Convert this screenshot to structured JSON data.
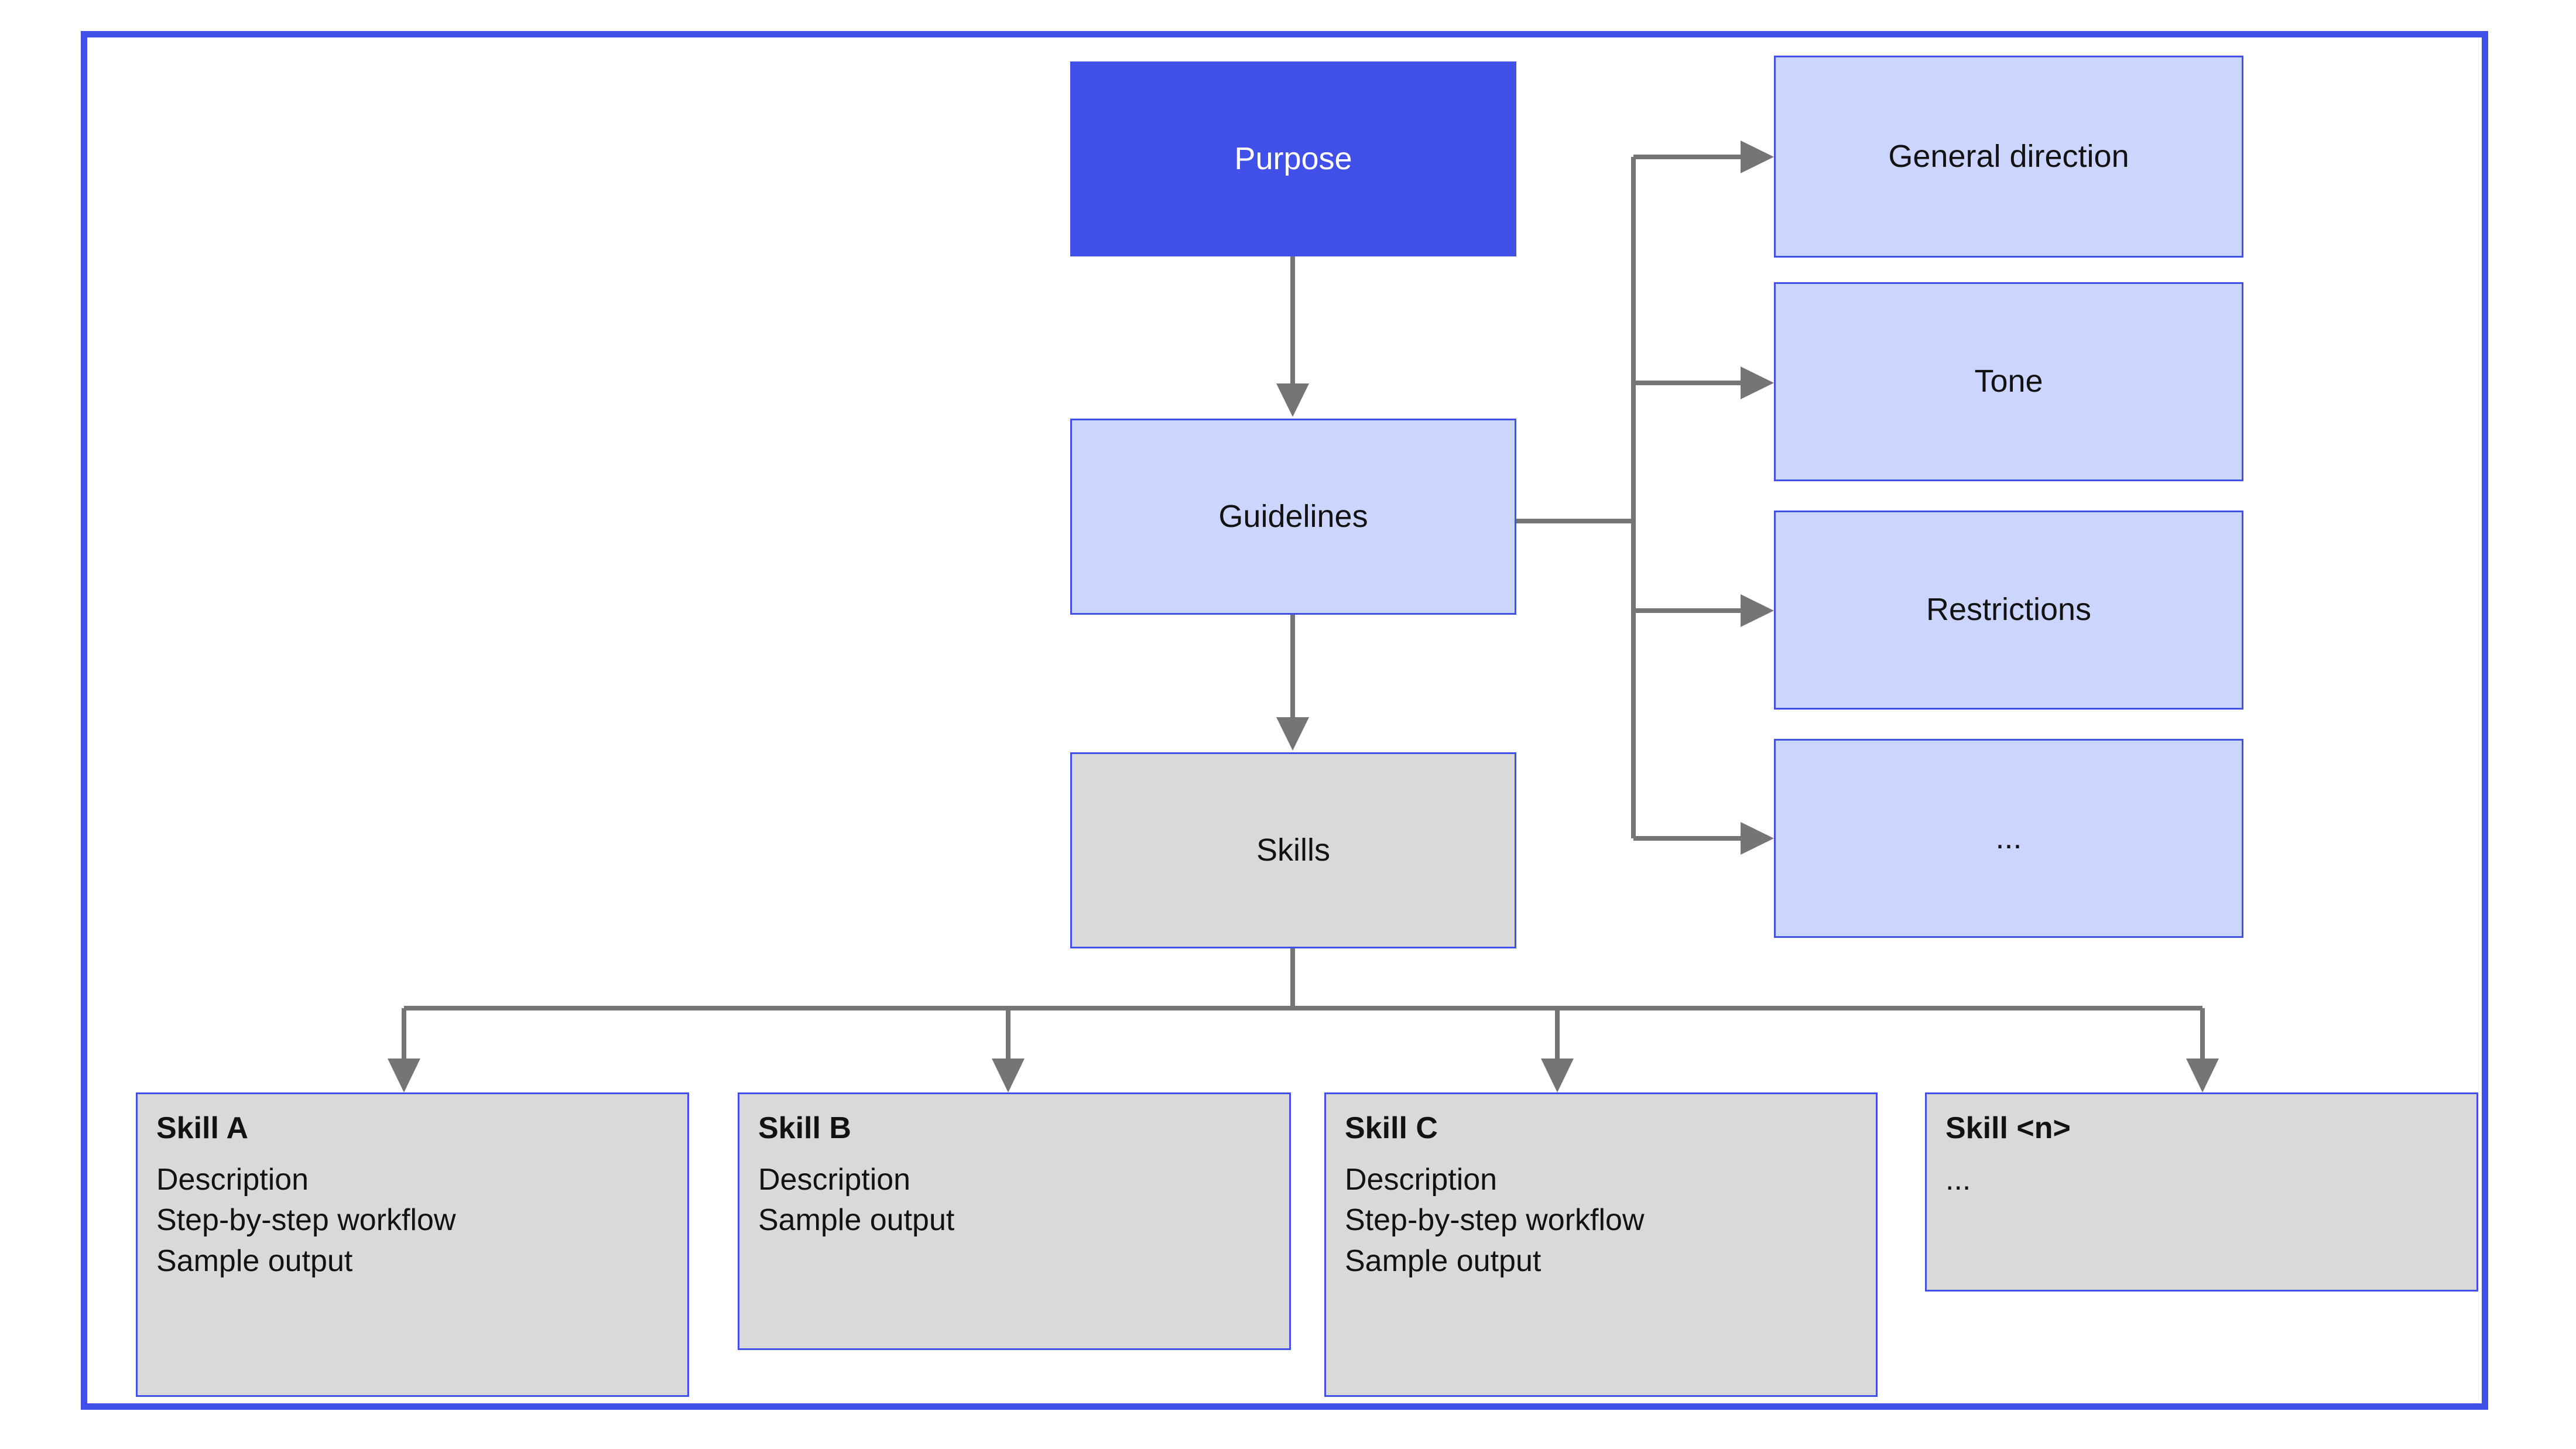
{
  "diagram": {
    "title": "Purpose / Guidelines / Skills hierarchy",
    "colors": {
      "frame_border": "#4250ea",
      "accent_solid": "#4250ea",
      "accent_light": "#ccd5fd",
      "neutral_fill": "#d9d9d9",
      "connector": "#757575",
      "text_dark": "#121212",
      "text_light": "#ffffff",
      "background": "#ffffff"
    },
    "spine": {
      "purpose": {
        "label": "Purpose"
      },
      "guidelines": {
        "label": "Guidelines"
      },
      "skills": {
        "label": "Skills"
      }
    },
    "guideline_branches": [
      {
        "label": "General direction"
      },
      {
        "label": "Tone"
      },
      {
        "label": "Restrictions"
      },
      {
        "label": "..."
      }
    ],
    "skill_cards": [
      {
        "title": "Skill A",
        "lines": [
          "Description",
          "Step-by-step workflow",
          "Sample output"
        ]
      },
      {
        "title": "Skill B",
        "lines": [
          "Description",
          "Sample output"
        ]
      },
      {
        "title": "Skill C",
        "lines": [
          "Description",
          "Step-by-step workflow",
          "Sample output"
        ]
      },
      {
        "title": "Skill <n>",
        "lines": [
          "..."
        ]
      }
    ]
  }
}
